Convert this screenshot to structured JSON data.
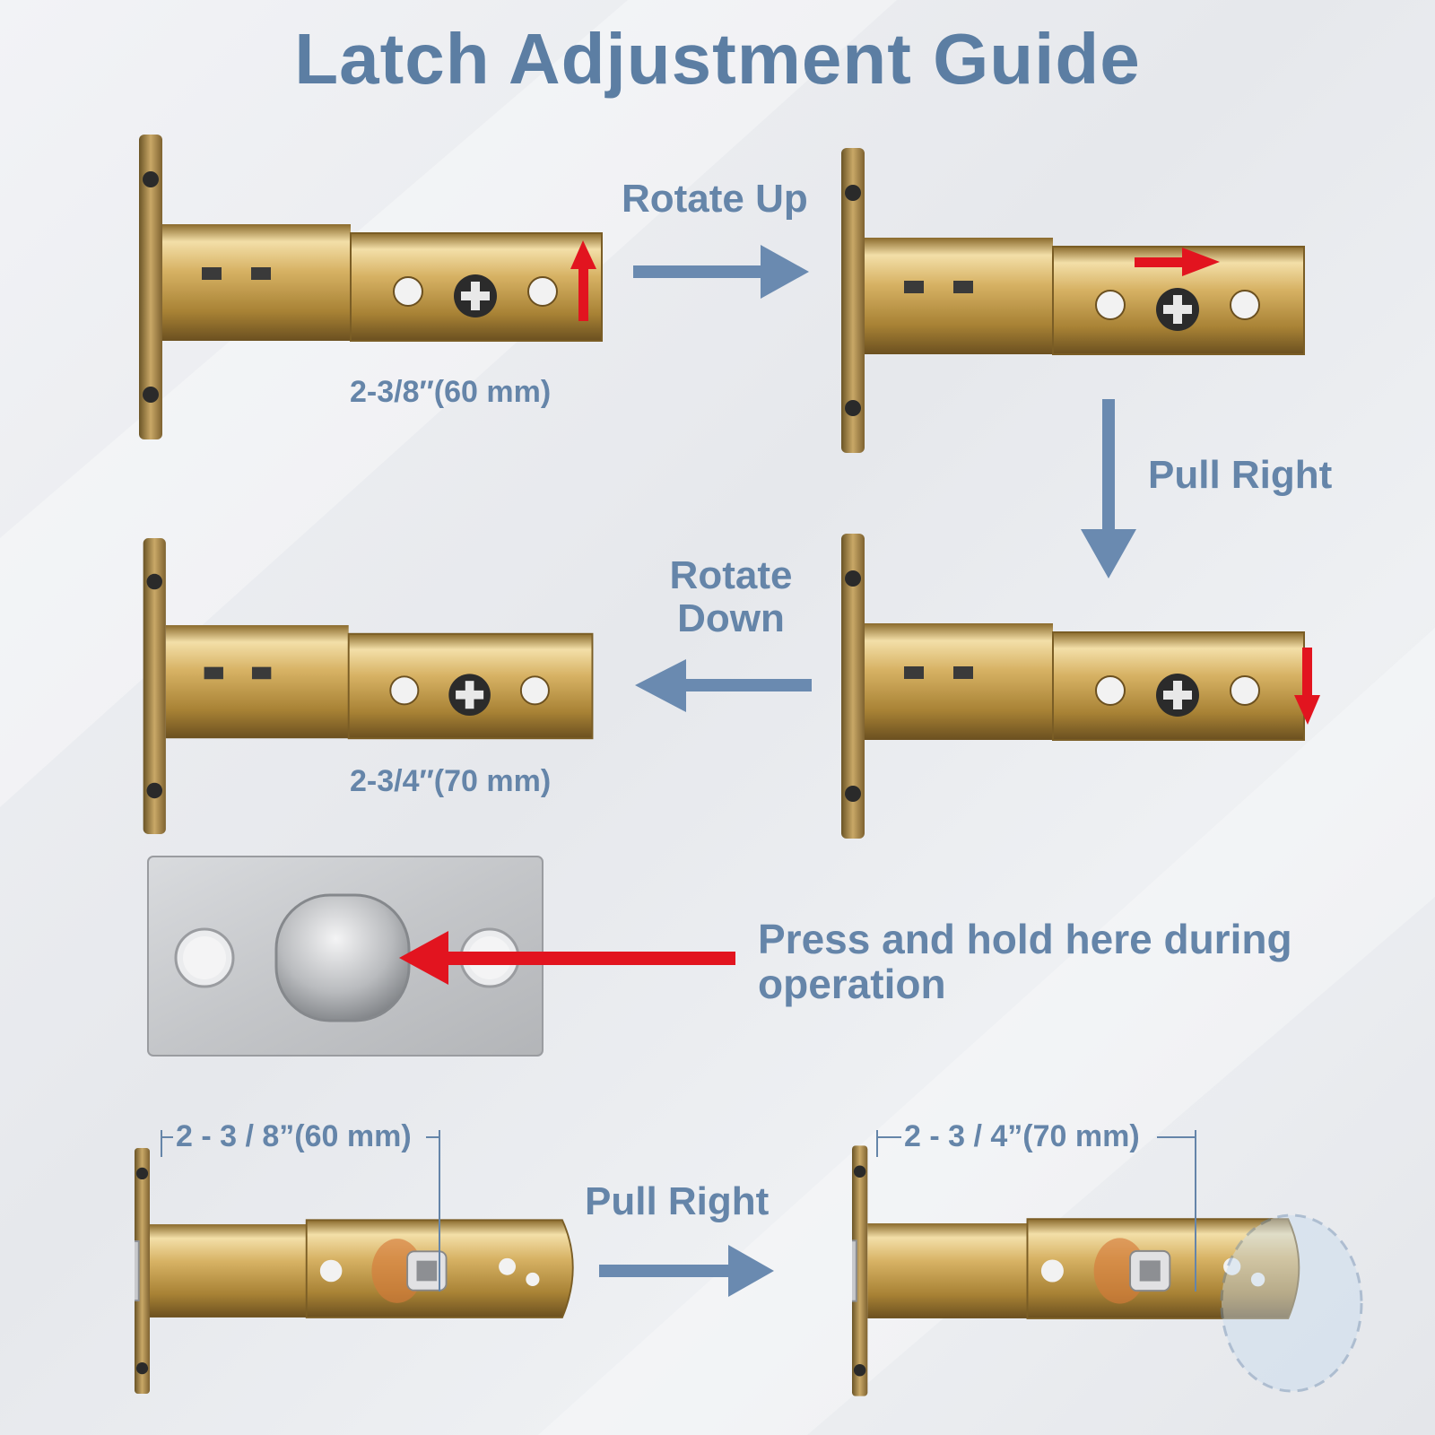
{
  "title": "Latch Adjustment Guide",
  "steps": {
    "rotate_up": "Rotate Up",
    "pull_right_1": "Pull Right",
    "rotate_down_line1": "Rotate",
    "rotate_down_line2": "Down",
    "pull_right_2": "Pull Right"
  },
  "dimensions": {
    "top_left": "2-3/8″(60 mm)",
    "middle_left": "2-3/4″(70 mm)",
    "bottom_left": "2 - 3 / 8”(60 mm)",
    "bottom_right": "2 - 3 / 4”(70 mm)"
  },
  "instruction": {
    "line1": "Press and hold here during",
    "line2": "operation"
  },
  "colors": {
    "text_blue": "#6585a9",
    "arrow_blue": "#6a8ab0",
    "arrow_red": "#e2141f",
    "brass": "#d9b56a"
  }
}
